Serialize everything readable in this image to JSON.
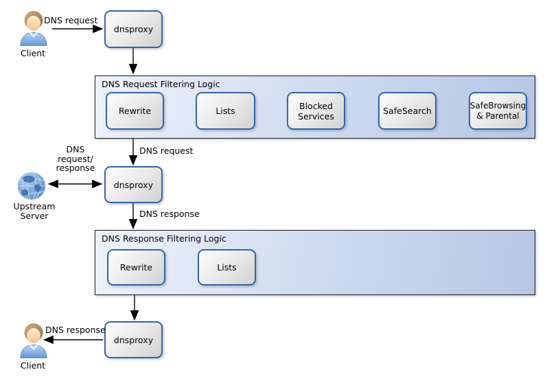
{
  "nodes": {
    "client_top": {
      "label": "Client"
    },
    "dnsproxy_1": {
      "label": "dnsproxy"
    },
    "request_filter": {
      "title": "DNS Request Filtering Logic",
      "steps": [
        "Rewrite",
        "Lists",
        "Blocked Services",
        "SafeSearch",
        "SafeBrowsing & Parental"
      ]
    },
    "upstream_server": {
      "label": "Upstream Server"
    },
    "dnsproxy_2": {
      "label": "dnsproxy"
    },
    "response_filter": {
      "title": "DNS Response Filtering Logic",
      "steps": [
        "Rewrite",
        "Lists"
      ]
    },
    "dnsproxy_3": {
      "label": "dnsproxy"
    },
    "client_bottom": {
      "label": "Client"
    }
  },
  "edge_labels": {
    "client_to_dnsproxy1": "DNS request",
    "filter_to_dnsproxy2": "DNS request",
    "upstream_and_dnsproxy2": "DNS request/ response",
    "dnsproxy2_to_filter": "DNS response",
    "dnsproxy3_to_client": "DNS response"
  },
  "icons": {
    "client_top": "person-icon",
    "upstream_server": "globe-icon",
    "client_bottom": "person-icon"
  },
  "colors": {
    "container_fill_left": "#eef2fa",
    "container_fill_right": "#b6c6e5",
    "container_border": "#1a1a1a",
    "node_border": "#3465a4",
    "node_fill_light": "#fdfdfd",
    "node_fill_dark": "#d2d2d2",
    "arrow": "#000000"
  }
}
